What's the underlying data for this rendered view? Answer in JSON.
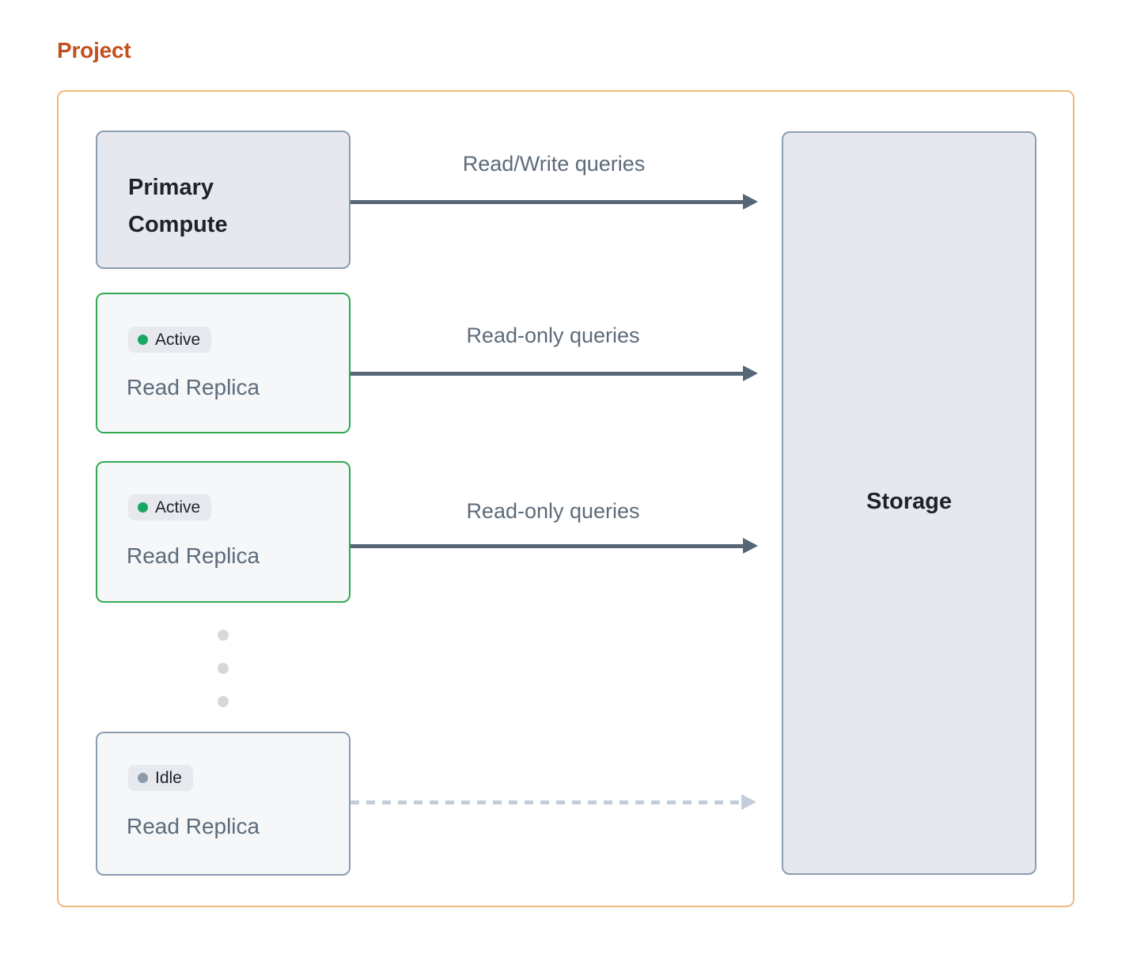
{
  "title": "Project",
  "colors": {
    "title_orange": "#c2501f",
    "frame_border": "#f0b97a",
    "node_fill": "#e5e9ef",
    "node_border": "#8c9db0",
    "replica_fill": "#f5f7f9",
    "active_border": "#34a853",
    "arrow_solid": "#556676",
    "arrow_dashed": "#c3cdd9",
    "badge_bg": "#e7e9ef",
    "status_active_dot": "#17a864",
    "status_idle_dot": "#8b9bab",
    "muted_text": "#5d6b7a",
    "strong_text": "#1d2329",
    "ellipsis_dot": "#d6d8da"
  },
  "nodes": {
    "primary": {
      "label": "Primary\nCompute"
    },
    "storage": {
      "label": "Storage"
    },
    "replicas": [
      {
        "status_label": "Active",
        "status": "active",
        "label": "Read Replica"
      },
      {
        "status_label": "Active",
        "status": "active",
        "label": "Read Replica"
      },
      {
        "status_label": "Idle",
        "status": "idle",
        "label": "Read Replica"
      }
    ]
  },
  "arrows": [
    {
      "label": "Read/Write queries",
      "style": "solid"
    },
    {
      "label": "Read-only queries",
      "style": "solid"
    },
    {
      "label": "Read-only queries",
      "style": "solid"
    },
    {
      "label": "",
      "style": "dashed"
    }
  ],
  "ellipsis": {
    "dot_count": 3
  }
}
